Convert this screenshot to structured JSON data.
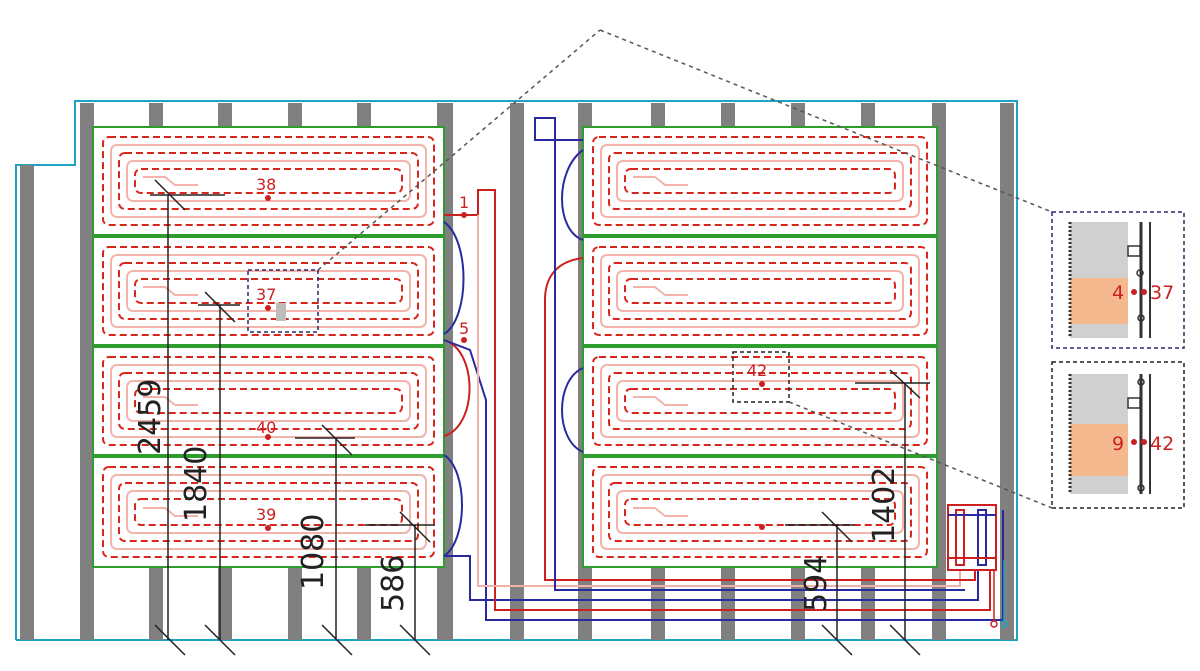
{
  "colors": {
    "outline": "#1fa3c4",
    "joist": "#808080",
    "zone": "#2e9d2e",
    "heating_pipe": "#d9261c",
    "heating_return": "#f3b3ad",
    "blue_pipe": "#2a2aa0",
    "red_pipe": "#cc2020",
    "dim_line": "#222222",
    "detail_fill": "#f5b98f",
    "detail_gray": "#c8c8c8"
  },
  "points": {
    "p38": "38",
    "p37": "37",
    "p40": "40",
    "p39": "39",
    "p42": "42",
    "p1": "1",
    "p5": "5"
  },
  "dimensions": {
    "d2459": "2459",
    "d1840": "1840",
    "d1080": "1080",
    "d586": "586",
    "d594": "594",
    "d1402": "1402"
  },
  "insets": {
    "top": {
      "left_label": "4",
      "right_label": "37"
    },
    "bottom": {
      "left_label": "9",
      "right_label": "42"
    }
  },
  "icons": {
    "manifold": "manifold-icon"
  }
}
